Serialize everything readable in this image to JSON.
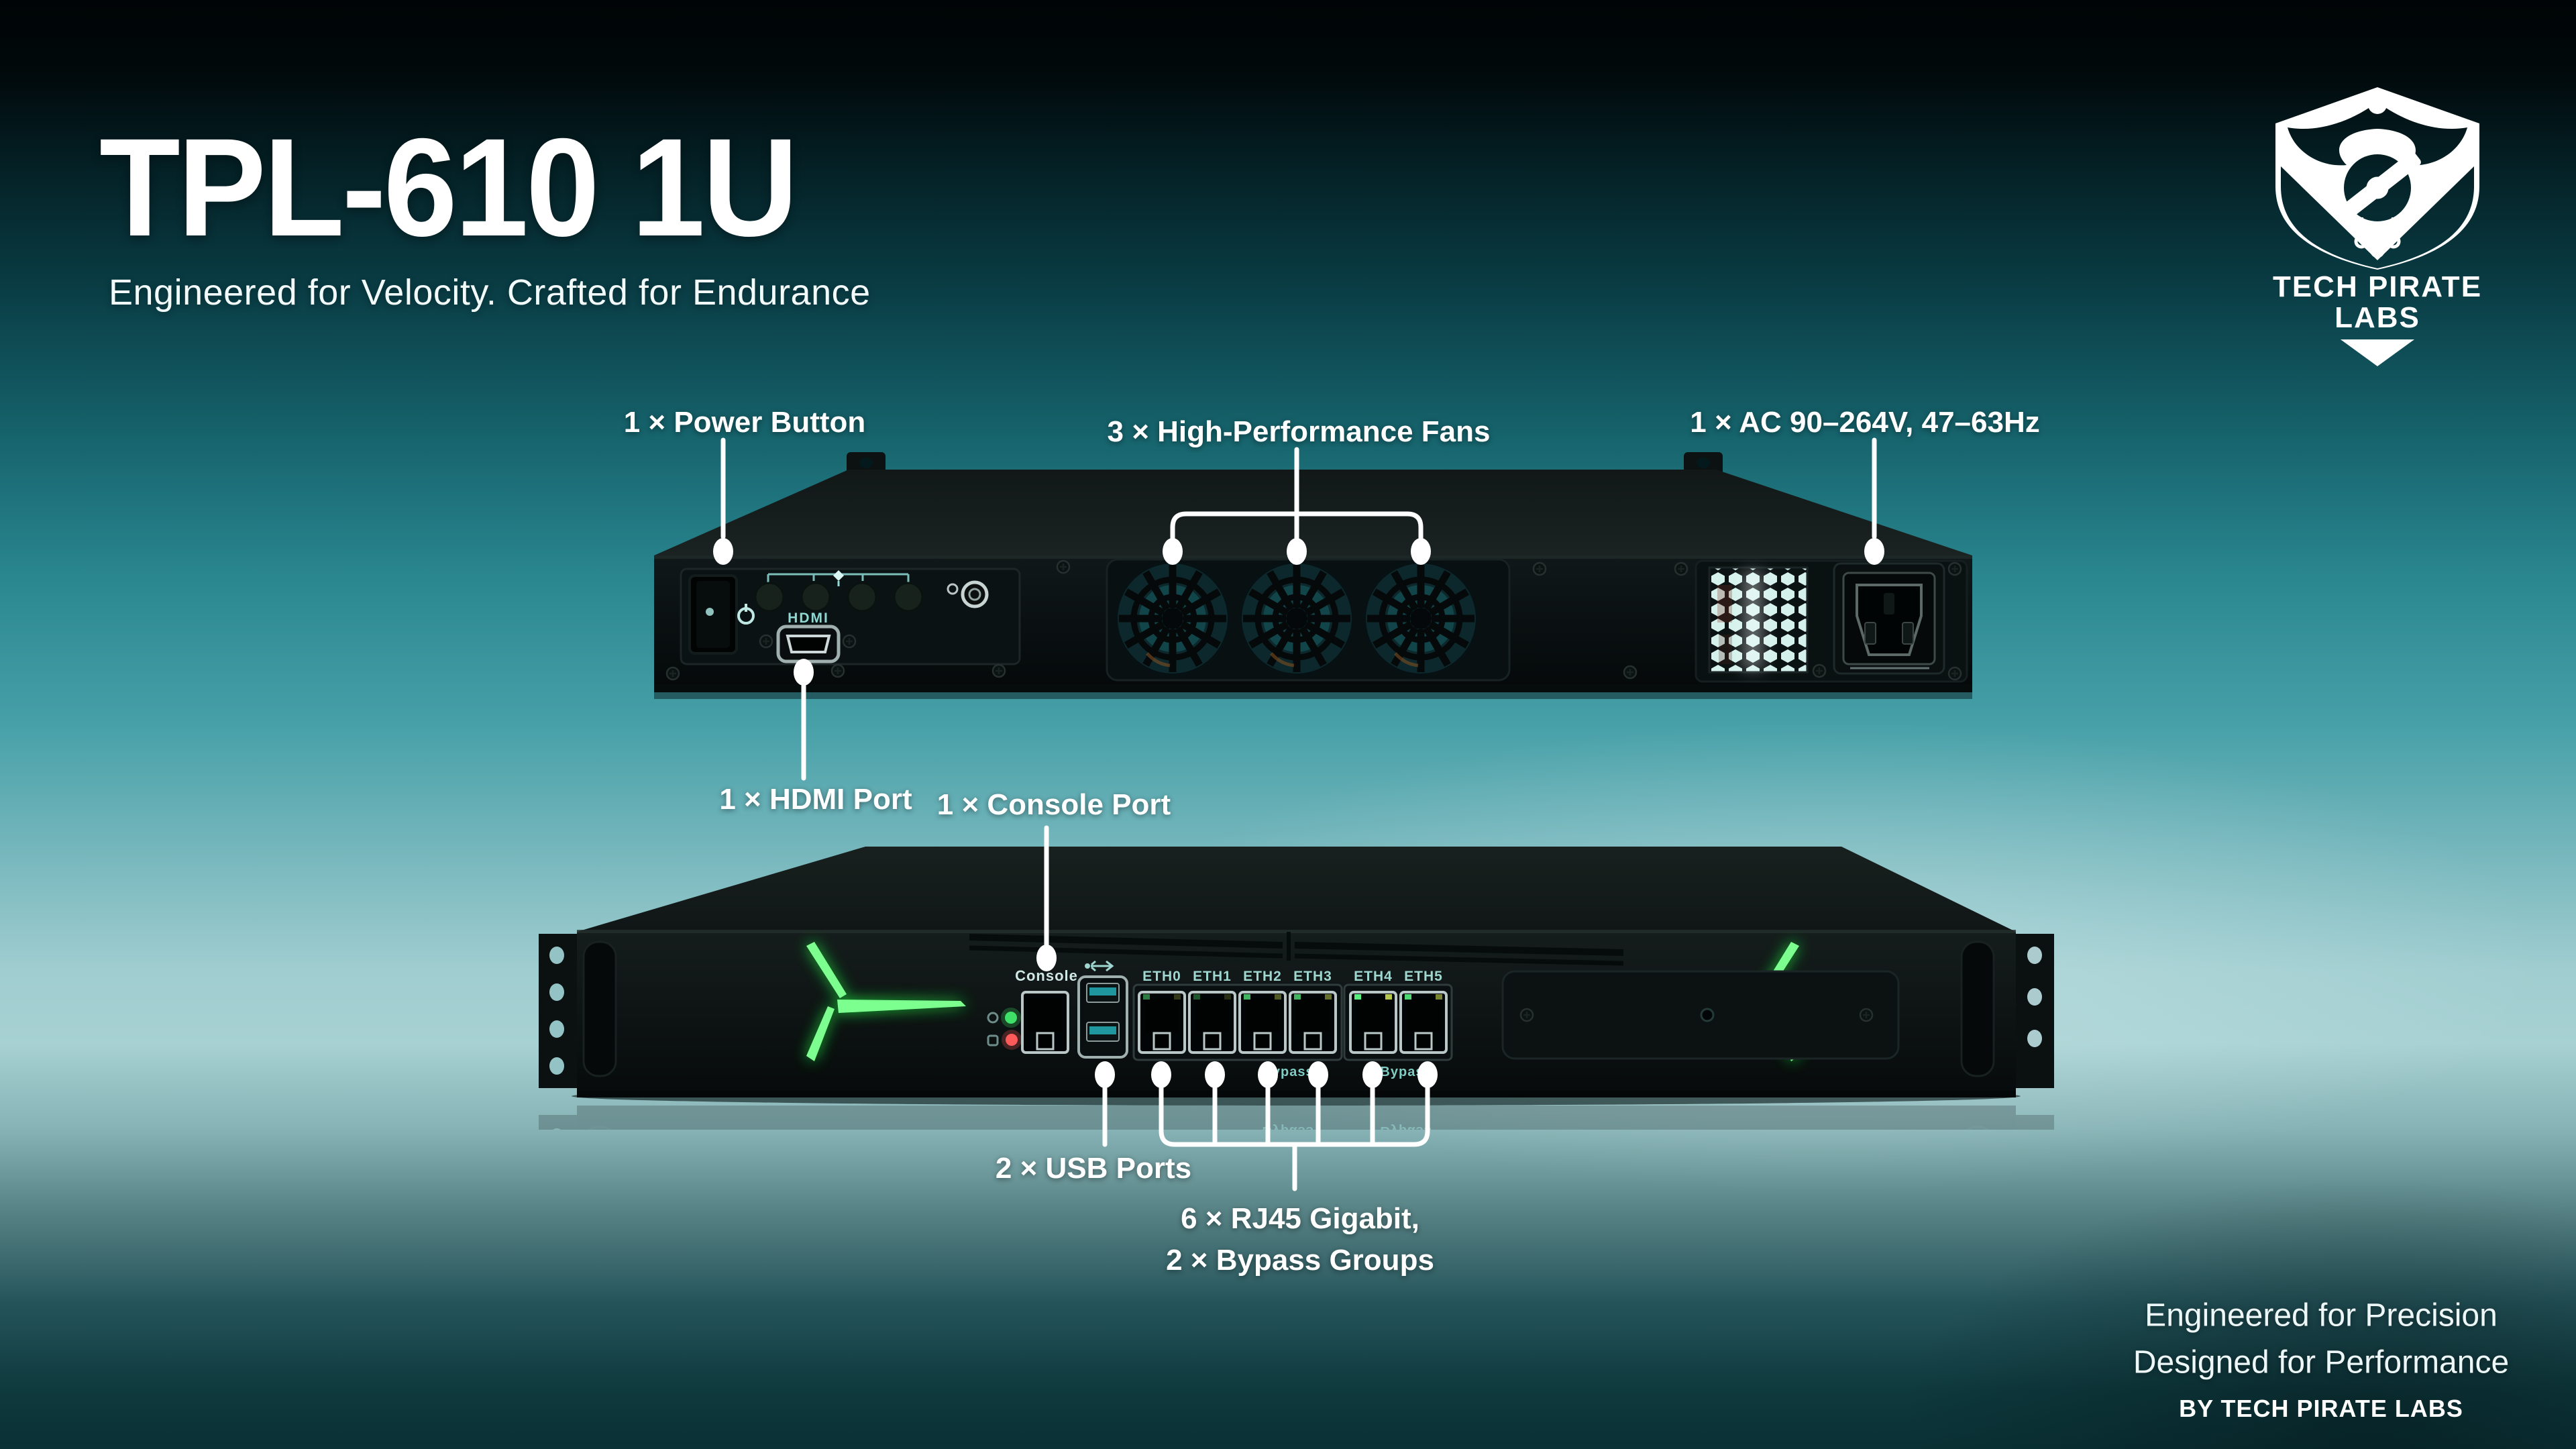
{
  "header": {
    "title": "TPL-610 1U",
    "subtitle": "Engineered for Velocity. Crafted for Endurance"
  },
  "logo": {
    "name": "Tech Pirate Labs",
    "icon": "pirate-shield-icon",
    "line1": "TECH PIRATE",
    "line2": "LABS"
  },
  "callouts": {
    "power": "1 × Power Button",
    "fans": "3 × High-Performance Fans",
    "ac": "1 × AC 90–264V, 47–63Hz",
    "hdmi": "1 × HDMI Port",
    "console": "1 × Console Port",
    "usb": "2 × USB Ports",
    "rj45_line1": "6 × RJ45 Gigabit,",
    "rj45_line2": "2 × Bypass Groups"
  },
  "back_panel": {
    "hdmi_label": "HDMI"
  },
  "front_panel": {
    "console_label": "Console",
    "eth_labels": [
      "ETH0",
      "ETH1",
      "ETH2",
      "ETH3",
      "ETH4",
      "ETH5"
    ],
    "bypass_labels": [
      "Bypass",
      "Bypass"
    ]
  },
  "footer": {
    "line1": "Engineered for Precision",
    "line2": "Designed for Performance",
    "line3": "BY TECH PIRATE LABS"
  },
  "colors": {
    "accent_green": "#2ee04c",
    "panel_teal": "#9fd6d0",
    "leader": "#ffffff",
    "bg_teal": "#3f9aa2"
  }
}
